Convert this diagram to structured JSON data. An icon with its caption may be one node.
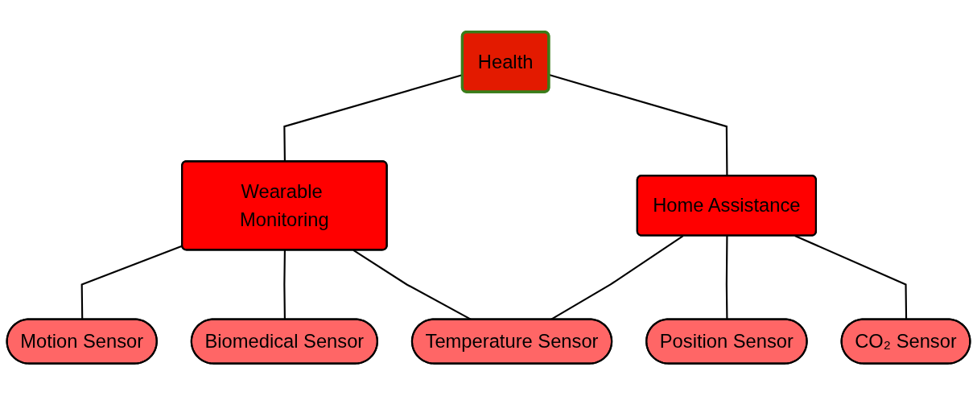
{
  "diagram": {
    "nodes": [
      {
        "text": [
          "Health"
        ]
      },
      {
        "text": [
          "Wearable Monitoring"
        ]
      },
      {
        "text": [
          "Home Assistance"
        ]
      },
      {
        "text": [
          "Motion Sensor"
        ]
      },
      {
        "text": [
          "Biomedical Sensor"
        ]
      },
      {
        "text": [
          "Temperature Sensor"
        ]
      },
      {
        "text": [
          "Position Sensor"
        ]
      },
      {
        "text": [
          "CO₂ Sensor"
        ]
      }
    ],
    "edges": [
      {
        "from": 0,
        "to": 1,
        "arrow": "none"
      },
      {
        "from": 0,
        "to": 2,
        "arrow": "none"
      },
      {
        "from": 1,
        "to": 3,
        "arrow": "none"
      },
      {
        "from": 1,
        "to": 4,
        "arrow": "none"
      },
      {
        "from": 1,
        "to": 5,
        "arrow": "none"
      },
      {
        "from": 2,
        "to": 5,
        "arrow": "none"
      },
      {
        "from": 2,
        "to": 6,
        "arrow": "none"
      },
      {
        "from": 2,
        "to": 7,
        "arrow": "none"
      }
    ]
  }
}
